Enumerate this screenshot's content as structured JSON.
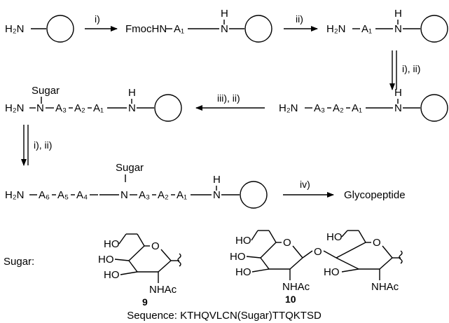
{
  "row1": {
    "h2n": "H₂N",
    "step_i": "i)",
    "fmoc": "FmocHN",
    "a1": "A₁",
    "n": "N",
    "h": "H",
    "step_ii": "ii)",
    "h2n_b": "H₂N",
    "a1_b": "A₁",
    "n_b": "N",
    "h_b": "H"
  },
  "step_down1": "i), ii)",
  "row2": {
    "sugar": "Sugar",
    "h2n_left": "H₂N",
    "n_hyd": "N",
    "a3_left": "A₃",
    "a2_left": "A₂",
    "a1_left": "A₁",
    "n_left": "N",
    "h_left": "H",
    "step_iii_ii": "iii), ii)",
    "h2n_right": "H₂N",
    "a3_right": "A₃",
    "a2_right": "A₂",
    "a1_right": "A₁",
    "n_right": "N",
    "h_right": "H"
  },
  "step_down2": "i), ii)",
  "row3": {
    "sugar": "Sugar",
    "h2n": "H₂N",
    "a6": "A₆",
    "a5": "A₅",
    "a4": "A₄",
    "n_sugar": "N",
    "a3": "A₃",
    "a2": "A₂",
    "a1": "A₁",
    "n": "N",
    "h": "H",
    "step_iv": "iv)",
    "product": "Glycopeptide"
  },
  "sugar_row": {
    "label": "Sugar:",
    "s9": {
      "ho1": "HO",
      "ho2": "HO",
      "ho3": "HO",
      "o": "O",
      "nhac": "NHAc",
      "num": "9"
    },
    "s10": {
      "ho1": "HO",
      "ho2": "HO",
      "ho3": "HO",
      "o_ring1": "O",
      "o_link": "O",
      "ho4": "HO",
      "o_ring2": "O",
      "ho5": "HO",
      "nhac1": "NHAc",
      "nhac2": "NHAc",
      "num": "10"
    }
  },
  "sequence": "Sequence: KTHQVLCN(Sugar)TTQKTSD"
}
